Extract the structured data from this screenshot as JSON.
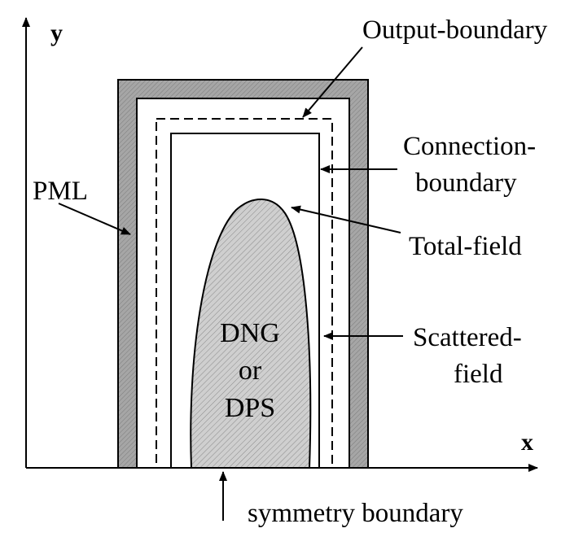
{
  "axes": {
    "x_label": "x",
    "y_label": "y"
  },
  "labels": {
    "output_boundary": "Output-boundary",
    "connection_boundary_line1": "Connection-",
    "connection_boundary_line2": "boundary",
    "total_field": "Total-field",
    "scattered_field_line1": "Scattered-",
    "scattered_field_line2": "field",
    "pml": "PML",
    "symmetry_boundary": "symmetry boundary"
  },
  "scatterer": {
    "line1": "DNG",
    "line2": "or",
    "line3": "DPS"
  },
  "colors": {
    "pml_fill": "#a6a6a6",
    "scatterer_fill": "#cfcfcf",
    "stroke": "#000000"
  }
}
